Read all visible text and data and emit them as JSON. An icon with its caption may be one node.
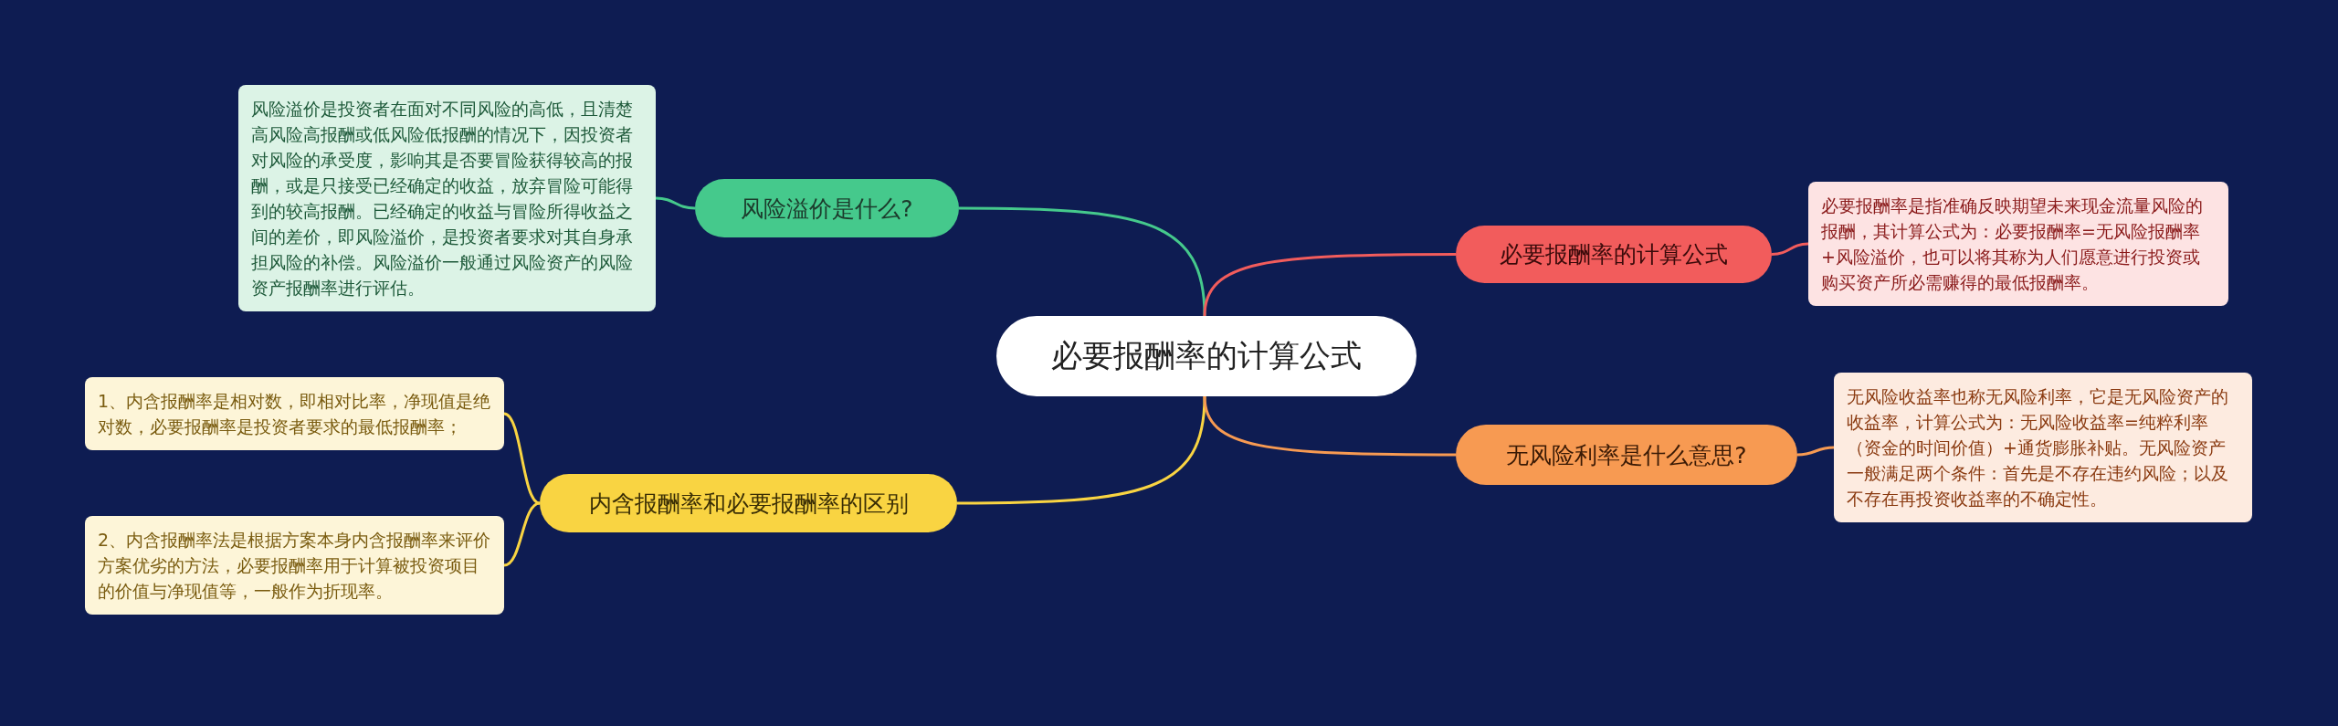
{
  "diagram": {
    "nodes": [
      {
        "text": [
          "必要报酬率的计算公式"
        ]
      },
      {
        "text": [
          "风险溢价是什么?"
        ]
      },
      {
        "text": [
          "风险溢价是投资者在面对不同风险的高低，且清楚高风险高报酬或低风险低报酬的情况下，因投资者对风险的承受度，影响其是否要冒险获得较高的报酬，或是只接受已经确定的收益，放弃冒险可能得到的较高报酬。已经确定的收益与冒险所得收益之间的差价，即风险溢价，是投资者要求对其自身承担风险的补偿。风险溢价一般通过风险资产的风险资产报酬率进行评估。"
        ]
      },
      {
        "text": [
          "内含报酬率和必要报酬率的区别"
        ]
      },
      {
        "text": [
          "1、内含报酬率是相对数，即相对比率，净现值是绝对数，必要报酬率是投资者要求的最低报酬率；"
        ]
      },
      {
        "text": [
          "2、内含报酬率法是根据方案本身内含报酬率来评价方案优劣的方法，必要报酬率用于计算被投资项目的价值与净现值等，一般作为折现率。"
        ]
      },
      {
        "text": [
          "必要报酬率的计算公式"
        ]
      },
      {
        "text": [
          "必要报酬率是指准确反映期望未来现金流量风险的报酬，其计算公式为：必要报酬率=无风险报酬率+风险溢价，也可以将其称为人们愿意进行投资或购买资产所必需赚得的最低报酬率。"
        ]
      },
      {
        "text": [
          "无风险利率是什么意思?"
        ]
      },
      {
        "text": [
          "无风险收益率也称无风险利率，它是无风险资产的收益率，计算公式为：无风险收益率=纯粹利率（资金的时间价值）+通货膨胀补贴。无风险资产一般满足两个条件：首先是不存在违约风险；以及不存在再投资收益率的不确定性。"
        ]
      }
    ],
    "edges": [
      {
        "from": 0,
        "to": 1,
        "arrow": "none",
        "color": "#45c98c"
      },
      {
        "from": 1,
        "to": 2,
        "arrow": "none",
        "color": "#45c98c"
      },
      {
        "from": 0,
        "to": 3,
        "arrow": "none",
        "color": "#f9d442"
      },
      {
        "from": 3,
        "to": 4,
        "arrow": "none",
        "color": "#f9d442"
      },
      {
        "from": 3,
        "to": 5,
        "arrow": "none",
        "color": "#f9d442"
      },
      {
        "from": 0,
        "to": 6,
        "arrow": "none",
        "color": "#f25c5c"
      },
      {
        "from": 6,
        "to": 7,
        "arrow": "none",
        "color": "#f25c5c"
      },
      {
        "from": 0,
        "to": 8,
        "arrow": "none",
        "color": "#f79a52"
      },
      {
        "from": 8,
        "to": 9,
        "arrow": "none",
        "color": "#f79a52"
      }
    ]
  }
}
